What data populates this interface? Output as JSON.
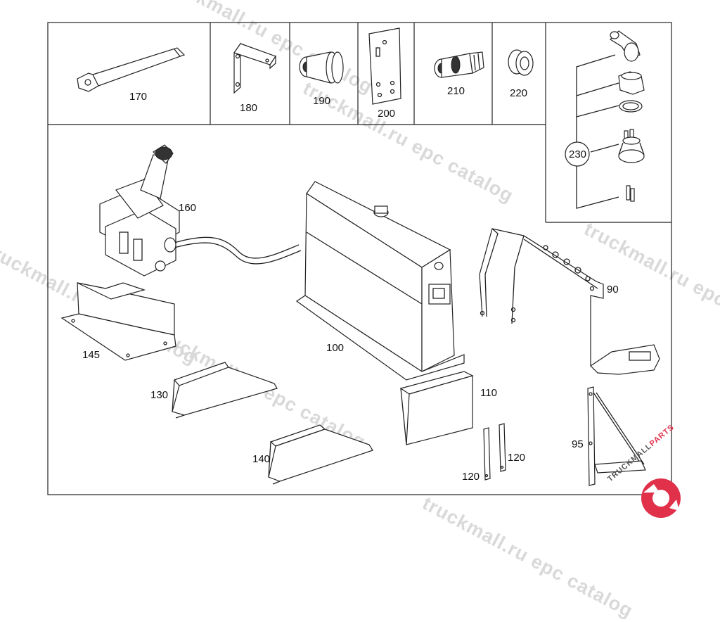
{
  "watermarks": [
    "truckmall.ru epc catalog",
    "truckmall.ru epc catalog",
    "truckmall.ru epc catalog",
    "truckmall.ru epc catalog",
    "truckmall.ru epc catalog",
    "truckmall.ru epc catalog"
  ],
  "logo": {
    "text_dark": "TRUCKMALL",
    "text_accent": "PARTS",
    "accent_color": "#e0304a"
  },
  "parts": {
    "p170": "170",
    "p180": "180",
    "p190": "190",
    "p200": "200",
    "p210": "210",
    "p220": "220",
    "p230": "230",
    "p160": "160",
    "p100": "100",
    "p90": "90",
    "p145": "145",
    "p130": "130",
    "p140": "140",
    "p110": "110",
    "p120a": "120",
    "p120b": "120",
    "p95": "95"
  }
}
